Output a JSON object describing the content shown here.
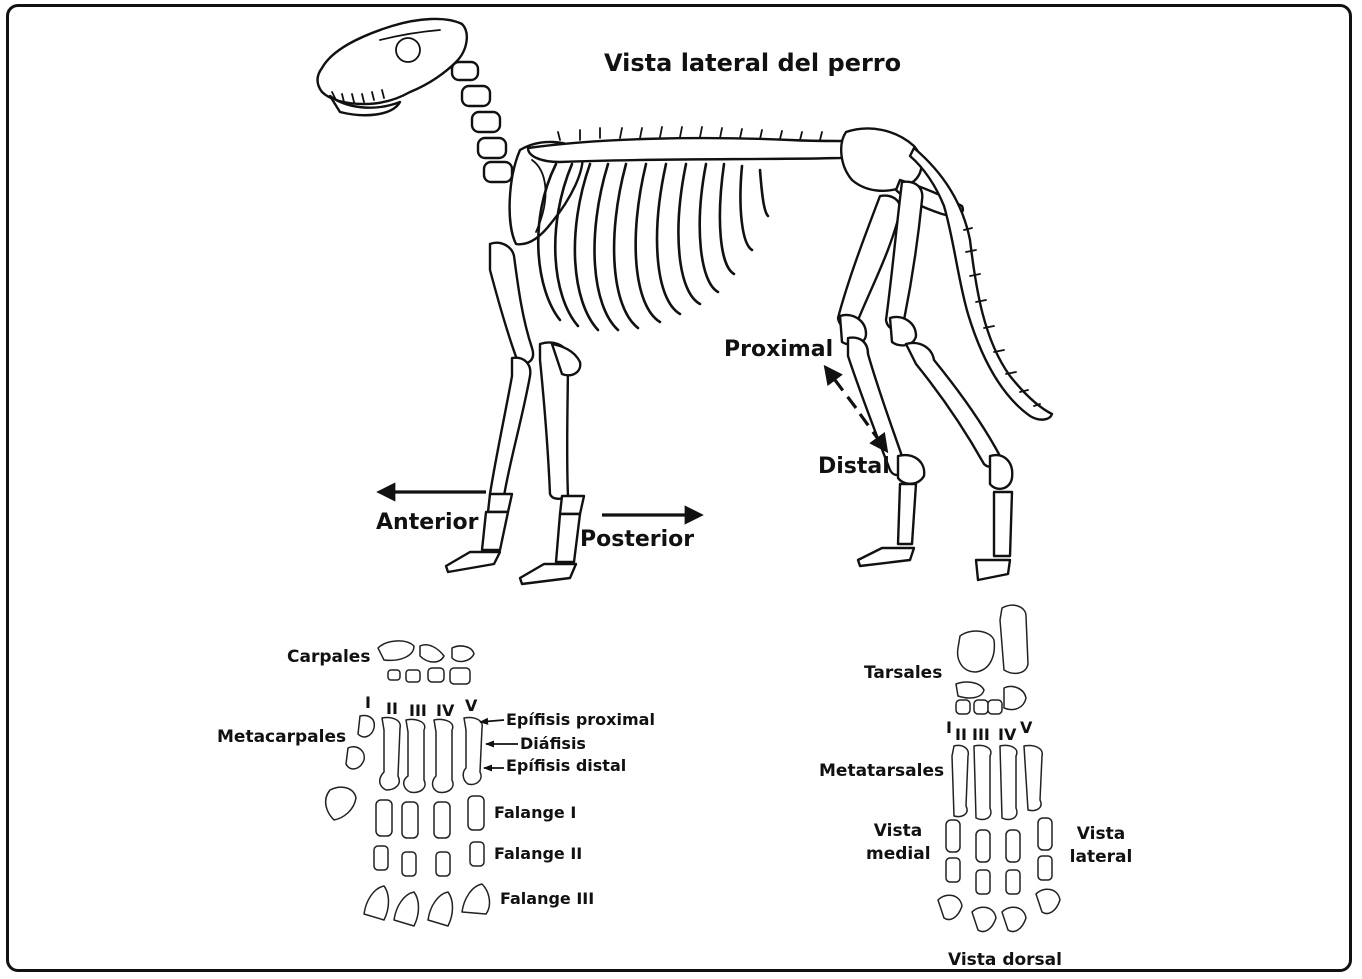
{
  "title": "Vista lateral del perro",
  "orientation": {
    "anterior": "Anterior",
    "posterior": "Posterior",
    "proximal": "Proximal",
    "distal": "Distal"
  },
  "forelimb": {
    "carpals": "Carpales",
    "metacarpals": "Metacarpales",
    "digits": [
      "I",
      "II",
      "III",
      "IV",
      "V"
    ],
    "epiphysis_proximal": "Epífisis proximal",
    "diaphysis": "Diáfisis",
    "epiphysis_distal": "Epífisis distal",
    "phalanx_1": "Falange I",
    "phalanx_2": "Falange II",
    "phalanx_3": "Falange III"
  },
  "hindlimb": {
    "tarsals": "Tarsales",
    "metatarsals": "Metatarsales",
    "digits": [
      "I",
      "II",
      "III",
      "IV",
      "V"
    ],
    "view_medial": "Vista medial",
    "view_lateral": "Vista lateral",
    "view_dorsal": "Vista dorsal"
  }
}
